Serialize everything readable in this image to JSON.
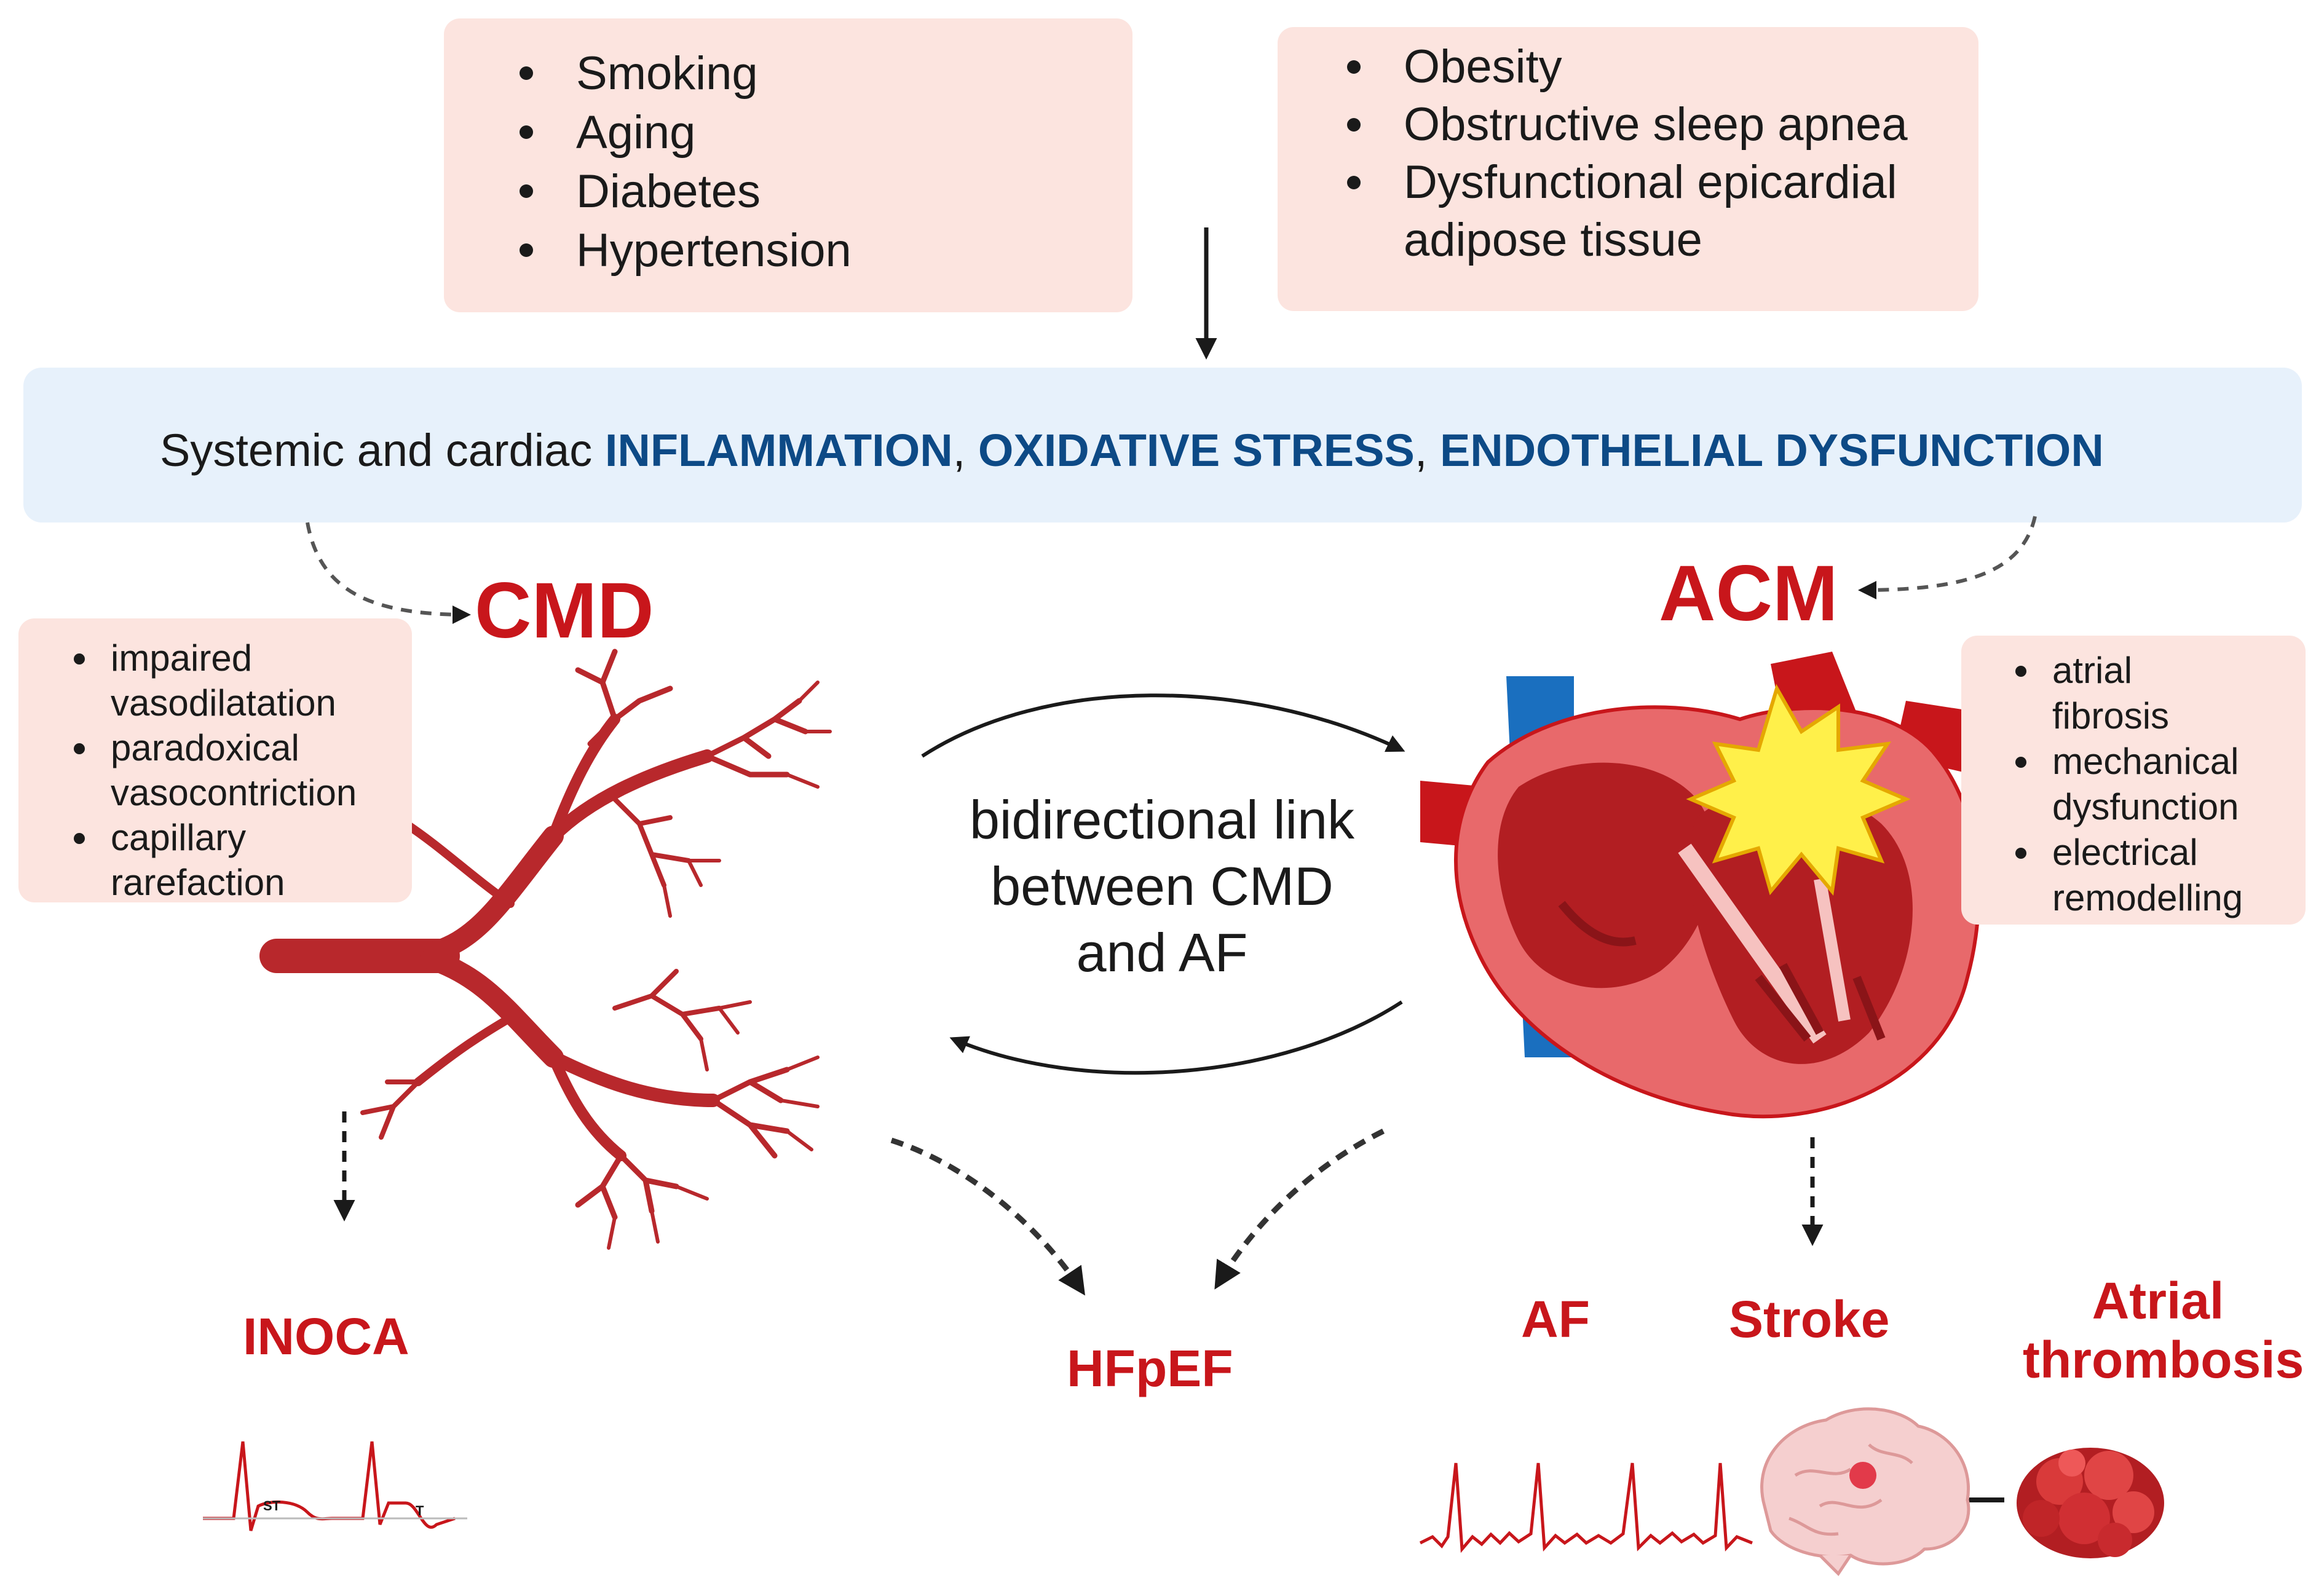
{
  "risk_factors_left": [
    "Smoking",
    "Aging",
    "Diabetes",
    "Hypertension"
  ],
  "risk_factors_right": [
    "Obesity",
    "Obstructive sleep apnea",
    "Dysfunctional epicardial adipose tissue"
  ],
  "mechanism": {
    "prefix": "Systemic and cardiac ",
    "term1": "INFLAMMATION",
    "sep1": ", ",
    "term2": "OXIDATIVE STRESS",
    "sep2": ", ",
    "term3": "ENDOTHELIAL DYSFUNCTION"
  },
  "cmd": {
    "title": "CMD",
    "features": [
      "impaired vasodilatation",
      "paradoxical vasocontriction",
      "capillary rarefaction"
    ]
  },
  "acm": {
    "title": "ACM",
    "features": [
      "atrial fibrosis",
      "mechanical dysfunction",
      "electrical remodelling"
    ]
  },
  "bidirectional_label": "bidirectional link between CMD and AF",
  "outcomes": {
    "inoca": "INOCA",
    "hfpef": "HFpEF",
    "af": "AF",
    "stroke": "Stroke",
    "atrial_thrombosis": "Atrial thrombosis"
  },
  "ecg_labels": {
    "st": "ST",
    "t": "T"
  },
  "colors": {
    "accent_red": "#c8161b",
    "highlight_blue": "#0d4a86",
    "box_pink": "#fce4df",
    "band_blue": "#e7f1fb",
    "vessel": "#b8282c",
    "vein_blue": "#1a6fbf"
  }
}
